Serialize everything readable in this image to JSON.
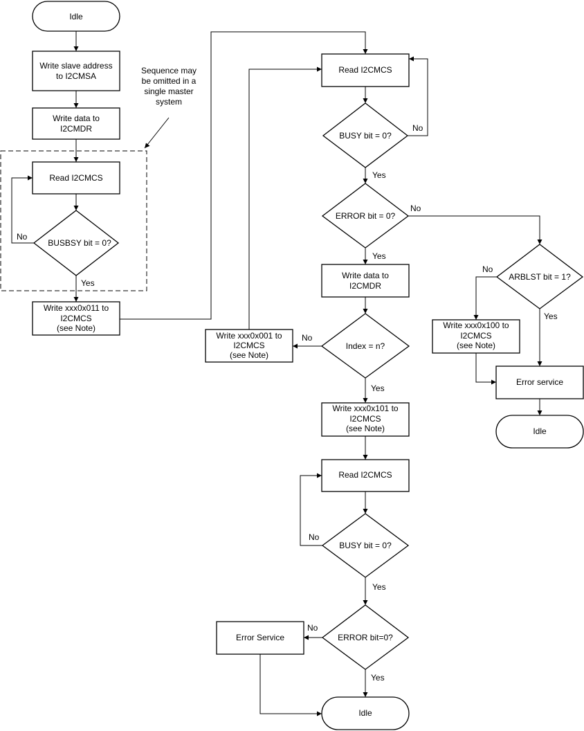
{
  "nodes": {
    "idle_start": "Idle",
    "write_slave_address": [
      "Write slave address",
      "to I2CMSA"
    ],
    "write_data_first": [
      "Write data to",
      "I2CMDR"
    ],
    "read_i2cmcs_a": "Read I2CMCS",
    "busbsy_decision": "BUSBSY bit = 0?",
    "write_011": [
      "Write xxx0x011 to",
      "I2CMCS",
      "(see Note)"
    ],
    "read_i2cmcs_b": "Read I2CMCS",
    "busy_decision_b": "BUSY bit = 0?",
    "error_decision_b": "ERROR bit = 0?",
    "write_data_loop": [
      "Write data to",
      "I2CMDR"
    ],
    "index_decision": "Index = n?",
    "write_001": [
      "Write xxx0x001 to",
      "I2CMCS",
      "(see Note)"
    ],
    "write_101": [
      "Write xxx0x101 to",
      "I2CMCS",
      "(see Note)"
    ],
    "read_i2cmcs_c": "Read I2CMCS",
    "busy_decision_c": "BUSY bit = 0?",
    "error_decision_c": "ERROR bit=0?",
    "error_service_c": "Error Service",
    "idle_end_c": "Idle",
    "arblst_decision": "ARBLST bit = 1?",
    "write_100": [
      "Write xxx0x100 to",
      "I2CMCS",
      "(see Note)"
    ],
    "error_service_r": "Error service",
    "idle_end_r": "Idle"
  },
  "annotation": [
    "Sequence may",
    "be omitted in a",
    "single master",
    "system"
  ],
  "labels": {
    "yes": "Yes",
    "no": "No"
  }
}
